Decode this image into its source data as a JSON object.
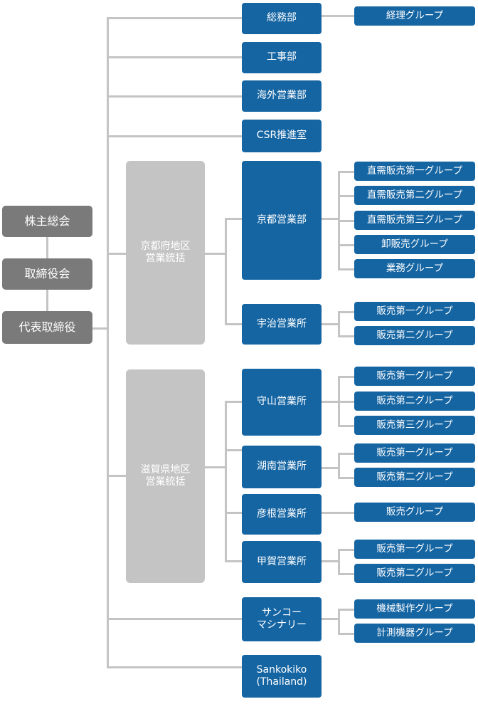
{
  "governance": {
    "shareholders_meeting": "株主総会",
    "board_of_directors": "取締役会",
    "representative_director": "代表取締役"
  },
  "regions": {
    "kyoto": "京都府地区\n営業統括",
    "shiga": "滋賀県地区\n営業統括"
  },
  "departments": {
    "general_affairs": "総務部",
    "construction": "工事部",
    "overseas": "海外営業部",
    "csr": "CSR推進室",
    "kyoto_sales": "京都営業部",
    "uji": "宇治営業所",
    "moriyama": "守山営業所",
    "konan": "湖南営業所",
    "hikone": "彦根営業所",
    "koka": "甲賀営業所",
    "sanko_machinery": "サンコー\nマシナリー",
    "sankokiko_thailand": "Sankokiko\n(Thailand)"
  },
  "groups": {
    "accounting": "経理グループ",
    "kyoto_direct_1": "直需販売第一グループ",
    "kyoto_direct_2": "直需販売第二グループ",
    "kyoto_direct_3": "直需販売第三グループ",
    "kyoto_wholesale": "卸販売グループ",
    "kyoto_operations": "業務グループ",
    "uji_sales_1": "販売第一グループ",
    "uji_sales_2": "販売第二グループ",
    "moriyama_sales_1": "販売第一グループ",
    "moriyama_sales_2": "販売第二グループ",
    "moriyama_sales_3": "販売第三グループ",
    "konan_sales_1": "販売第一グループ",
    "konan_sales_2": "販売第二グループ",
    "hikone_sales": "販売グループ",
    "koka_sales_1": "販売第一グループ",
    "koka_sales_2": "販売第二グループ",
    "machinery_manufacturing": "機械製作グループ",
    "measuring_instruments": "計測機器グループ"
  }
}
